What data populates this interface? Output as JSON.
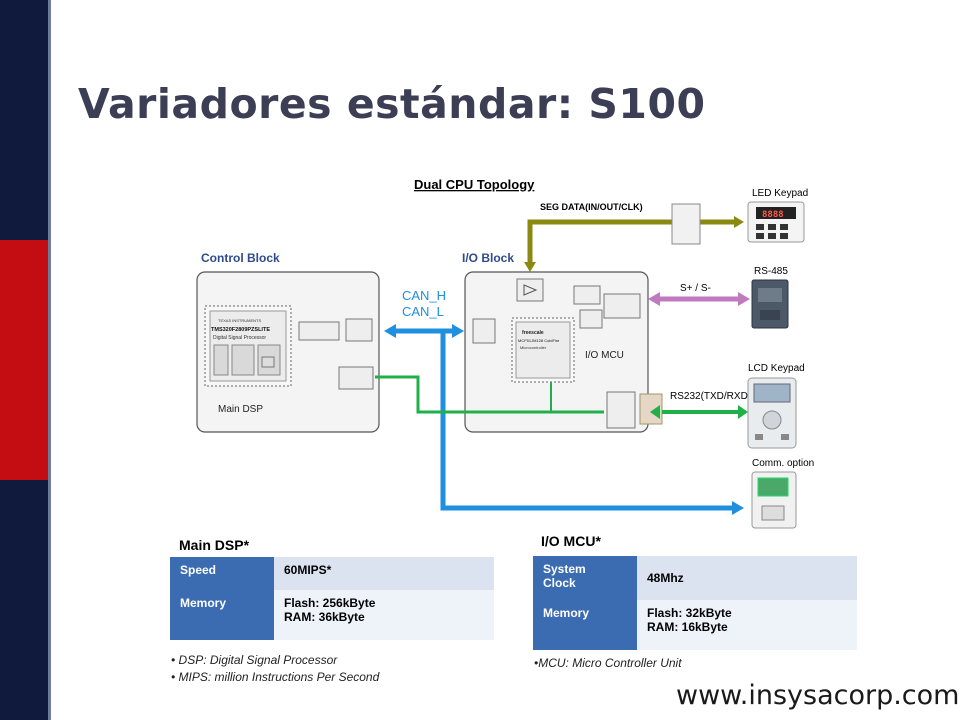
{
  "slide": {
    "title": "Variadores estándar: S100",
    "url": "www.insysacorp.com"
  },
  "diagram": {
    "topology_title": "Dual CPU Topology",
    "seg_data": "SEG DATA(IN/OUT/CLK)",
    "control_block": "Control Block",
    "io_block": "I/O Block",
    "can_h": "CAN_H",
    "can_l": "CAN_L",
    "chip_dsp_brand": "TEXAS INSTRUMENTS",
    "chip_dsp_part": "TMS320F2809PZSLITE",
    "chip_dsp_desc": "Digital Signal Processor",
    "main_dsp": "Main DSP",
    "chip_mcu_brand": "freescale",
    "chip_mcu_part": "MCF51JM128 ColdFire",
    "chip_mcu_desc": "Microcontroller",
    "io_mcu": "I/O MCU",
    "s_plus_minus": "S+ / S-",
    "rs232": "RS232(TXD/RXD)",
    "led_keypad": "LED Keypad",
    "led_display": "8888",
    "rs485": "RS-485",
    "lcd_keypad": "LCD Keypad",
    "comm_option": "Comm. option"
  },
  "colors": {
    "can_blue": "#1f8fe0",
    "green_line": "#1fb04a",
    "olive_line": "#8a8a12",
    "purple_line": "#c07ac0",
    "block_label": "#2f4b8a"
  },
  "main_dsp_table": {
    "heading": "Main DSP*",
    "rows": [
      {
        "label": "Speed",
        "value_1": "60MIPS*",
        "value_2": ""
      },
      {
        "label": "Memory",
        "value_1": "Flash: 256kByte",
        "value_2": "RAM: 36kByte"
      }
    ],
    "notes": [
      "• DSP: Digital Signal Processor",
      "• MIPS: million Instructions Per Second"
    ]
  },
  "io_mcu_table": {
    "heading": "I/O MCU*",
    "rows": [
      {
        "label_1": "System",
        "label_2": "Clock",
        "value_1": "48Mhz",
        "value_2": ""
      },
      {
        "label_1": "Memory",
        "label_2": "",
        "value_1": "Flash: 32kByte",
        "value_2": "RAM: 16kByte"
      }
    ],
    "notes": [
      "•MCU: Micro Controller Unit"
    ]
  }
}
